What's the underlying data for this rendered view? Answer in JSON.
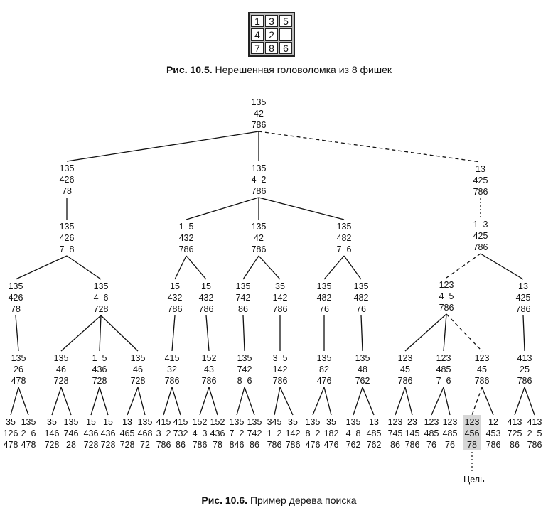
{
  "puzzle": {
    "cells": [
      "1",
      "3",
      "5",
      "4",
      "2",
      "",
      "7",
      "8",
      "6"
    ]
  },
  "caption_top": {
    "fig": "Рис. 10.5.",
    "text": "Нерешенная головоломка из 8 фишек"
  },
  "caption_bottom": {
    "fig": "Рис. 10.6.",
    "text": "Пример дерева поиска"
  },
  "goal_label": "Цель",
  "tree": {
    "nodes": [
      {
        "id": "root",
        "lines": [
          "135",
          "42",
          "786"
        ]
      },
      {
        "id": "a",
        "lines": [
          "135",
          "426",
          "78"
        ]
      },
      {
        "id": "b",
        "lines": [
          "135",
          "4 2",
          "786"
        ]
      },
      {
        "id": "c",
        "lines": [
          "13",
          "425",
          "786"
        ]
      },
      {
        "id": "a1",
        "lines": [
          "135",
          "426",
          "7 8"
        ]
      },
      {
        "id": "b1",
        "lines": [
          "1 5",
          "432",
          "786"
        ]
      },
      {
        "id": "b2",
        "lines": [
          "135",
          "42",
          "786"
        ]
      },
      {
        "id": "b3",
        "lines": [
          "135",
          "482",
          "7 6"
        ]
      },
      {
        "id": "c1",
        "lines": [
          "1 3",
          "425",
          "786"
        ]
      },
      {
        "id": "a11",
        "lines": [
          "135",
          "426",
          "78"
        ]
      },
      {
        "id": "a12",
        "lines": [
          "135",
          "4 6",
          "728"
        ]
      },
      {
        "id": "b11",
        "lines": [
          "15",
          "432",
          "786"
        ]
      },
      {
        "id": "b12",
        "lines": [
          "15",
          "432",
          "786"
        ]
      },
      {
        "id": "b21",
        "lines": [
          "135",
          "742",
          "86"
        ]
      },
      {
        "id": "b22",
        "lines": [
          "35",
          "142",
          "786"
        ]
      },
      {
        "id": "b31",
        "lines": [
          "135",
          "482",
          "76"
        ]
      },
      {
        "id": "b32",
        "lines": [
          "135",
          "482",
          "76"
        ]
      },
      {
        "id": "c11",
        "lines": [
          "123",
          "4 5",
          "786"
        ]
      },
      {
        "id": "c12",
        "lines": [
          "13",
          "425",
          "786"
        ]
      },
      {
        "id": "l4_1",
        "lines": [
          "135",
          "26",
          "478"
        ]
      },
      {
        "id": "l4_2",
        "lines": [
          "135",
          "46",
          "728"
        ]
      },
      {
        "id": "l4_3",
        "lines": [
          "1 5",
          "436",
          "728"
        ]
      },
      {
        "id": "l4_4",
        "lines": [
          "135",
          "46",
          "728"
        ]
      },
      {
        "id": "l4_5",
        "lines": [
          "415",
          "32",
          "786"
        ]
      },
      {
        "id": "l4_6",
        "lines": [
          "152",
          "43",
          "786"
        ]
      },
      {
        "id": "l4_7",
        "lines": [
          "135",
          "742",
          "8 6"
        ]
      },
      {
        "id": "l4_8",
        "lines": [
          "3 5",
          "142",
          "786"
        ]
      },
      {
        "id": "l4_9",
        "lines": [
          "135",
          "82",
          "476"
        ]
      },
      {
        "id": "l4_10",
        "lines": [
          "135",
          "48",
          "762"
        ]
      },
      {
        "id": "l4_11",
        "lines": [
          "123",
          "45",
          "786"
        ]
      },
      {
        "id": "l4_12",
        "lines": [
          "123",
          "485",
          "7 6"
        ]
      },
      {
        "id": "l4_13",
        "lines": [
          "123",
          "45",
          "786"
        ]
      },
      {
        "id": "l4_14",
        "lines": [
          "413",
          "25",
          "786"
        ]
      },
      {
        "id": "f1",
        "lines": [
          "35",
          "126",
          "478"
        ]
      },
      {
        "id": "f2",
        "lines": [
          "135",
          "2 6",
          "478"
        ]
      },
      {
        "id": "f3",
        "lines": [
          "35",
          "146",
          "728"
        ]
      },
      {
        "id": "f4",
        "lines": [
          "135",
          "746",
          "28"
        ]
      },
      {
        "id": "f5",
        "lines": [
          "15",
          "436",
          "728"
        ]
      },
      {
        "id": "f6",
        "lines": [
          "15",
          "436",
          "728"
        ]
      },
      {
        "id": "f7",
        "lines": [
          "13",
          "465",
          "728"
        ]
      },
      {
        "id": "f8",
        "lines": [
          "135",
          "468",
          "72"
        ]
      },
      {
        "id": "f9",
        "lines": [
          "415",
          "3 2",
          "786"
        ]
      },
      {
        "id": "f10",
        "lines": [
          "415",
          "732",
          "86"
        ]
      },
      {
        "id": "f11",
        "lines": [
          "152",
          "4 3",
          "786"
        ]
      },
      {
        "id": "f12",
        "lines": [
          "152",
          "436",
          "78"
        ]
      },
      {
        "id": "f13",
        "lines": [
          "135",
          "7 2",
          "846"
        ]
      },
      {
        "id": "f14",
        "lines": [
          "135",
          "742",
          "86"
        ]
      },
      {
        "id": "f15",
        "lines": [
          "345",
          "1 2",
          "786"
        ]
      },
      {
        "id": "f16",
        "lines": [
          "35",
          "142",
          "786"
        ]
      },
      {
        "id": "f17",
        "lines": [
          "135",
          "8 2",
          "476"
        ]
      },
      {
        "id": "f18",
        "lines": [
          "35",
          "182",
          "476"
        ]
      },
      {
        "id": "f19",
        "lines": [
          "135",
          "4 8",
          "762"
        ]
      },
      {
        "id": "f20",
        "lines": [
          "13",
          "485",
          "762"
        ]
      },
      {
        "id": "f21",
        "lines": [
          "123",
          "745",
          "86"
        ]
      },
      {
        "id": "f22",
        "lines": [
          "23",
          "145",
          "786"
        ]
      },
      {
        "id": "f23",
        "lines": [
          "123",
          "485",
          "76"
        ]
      },
      {
        "id": "f24",
        "lines": [
          "123",
          "485",
          "76"
        ]
      },
      {
        "id": "f25",
        "lines": [
          "123",
          "456",
          "78"
        ],
        "goal": true
      },
      {
        "id": "f26",
        "lines": [
          "12",
          "453",
          "786"
        ]
      },
      {
        "id": "f27",
        "lines": [
          "413",
          "725",
          "86"
        ]
      },
      {
        "id": "f28",
        "lines": [
          "413",
          "2 5",
          "786"
        ]
      }
    ],
    "edges": [
      {
        "from": "root",
        "to": "a",
        "style": "solid"
      },
      {
        "from": "root",
        "to": "b",
        "style": "solid"
      },
      {
        "from": "root",
        "to": "c",
        "style": "dashed"
      },
      {
        "from": "a",
        "to": "a1",
        "style": "solid"
      },
      {
        "from": "b",
        "to": "b1",
        "style": "solid"
      },
      {
        "from": "b",
        "to": "b2",
        "style": "solid"
      },
      {
        "from": "b",
        "to": "b3",
        "style": "solid"
      },
      {
        "from": "c",
        "to": "c1",
        "style": "dotted"
      },
      {
        "from": "a1",
        "to": "a11",
        "style": "solid"
      },
      {
        "from": "a1",
        "to": "a12",
        "style": "solid"
      },
      {
        "from": "b1",
        "to": "b11",
        "style": "solid"
      },
      {
        "from": "b1",
        "to": "b12",
        "style": "solid"
      },
      {
        "from": "b2",
        "to": "b21",
        "style": "solid"
      },
      {
        "from": "b2",
        "to": "b22",
        "style": "solid"
      },
      {
        "from": "b3",
        "to": "b31",
        "style": "solid"
      },
      {
        "from": "b3",
        "to": "b32",
        "style": "solid"
      },
      {
        "from": "c1",
        "to": "c11",
        "style": "dashed"
      },
      {
        "from": "c1",
        "to": "c12",
        "style": "solid"
      },
      {
        "from": "a11",
        "to": "l4_1",
        "style": "solid"
      },
      {
        "from": "a12",
        "to": "l4_2",
        "style": "solid"
      },
      {
        "from": "a12",
        "to": "l4_3",
        "style": "solid"
      },
      {
        "from": "a12",
        "to": "l4_4",
        "style": "solid"
      },
      {
        "from": "b11",
        "to": "l4_5",
        "style": "solid"
      },
      {
        "from": "b12",
        "to": "l4_6",
        "style": "solid"
      },
      {
        "from": "b21",
        "to": "l4_7",
        "style": "solid"
      },
      {
        "from": "b22",
        "to": "l4_8",
        "style": "solid"
      },
      {
        "from": "b31",
        "to": "l4_9",
        "style": "solid"
      },
      {
        "from": "b32",
        "to": "l4_10",
        "style": "solid"
      },
      {
        "from": "c11",
        "to": "l4_11",
        "style": "solid"
      },
      {
        "from": "c11",
        "to": "l4_12",
        "style": "solid"
      },
      {
        "from": "c11",
        "to": "l4_13",
        "style": "dashed"
      },
      {
        "from": "c12",
        "to": "l4_14",
        "style": "solid"
      },
      {
        "from": "l4_1",
        "to": "f1",
        "style": "solid"
      },
      {
        "from": "l4_1",
        "to": "f2",
        "style": "solid"
      },
      {
        "from": "l4_2",
        "to": "f3",
        "style": "solid"
      },
      {
        "from": "l4_2",
        "to": "f4",
        "style": "solid"
      },
      {
        "from": "l4_3",
        "to": "f5",
        "style": "solid"
      },
      {
        "from": "l4_3",
        "to": "f6",
        "style": "solid"
      },
      {
        "from": "l4_4",
        "to": "f7",
        "style": "solid"
      },
      {
        "from": "l4_4",
        "to": "f8",
        "style": "solid"
      },
      {
        "from": "l4_5",
        "to": "f9",
        "style": "solid"
      },
      {
        "from": "l4_5",
        "to": "f10",
        "style": "solid"
      },
      {
        "from": "l4_6",
        "to": "f11",
        "style": "solid"
      },
      {
        "from": "l4_6",
        "to": "f12",
        "style": "solid"
      },
      {
        "from": "l4_7",
        "to": "f13",
        "style": "solid"
      },
      {
        "from": "l4_7",
        "to": "f14",
        "style": "solid"
      },
      {
        "from": "l4_8",
        "to": "f15",
        "style": "solid"
      },
      {
        "from": "l4_8",
        "to": "f16",
        "style": "solid"
      },
      {
        "from": "l4_9",
        "to": "f17",
        "style": "solid"
      },
      {
        "from": "l4_9",
        "to": "f18",
        "style": "solid"
      },
      {
        "from": "l4_10",
        "to": "f19",
        "style": "solid"
      },
      {
        "from": "l4_10",
        "to": "f20",
        "style": "solid"
      },
      {
        "from": "l4_11",
        "to": "f21",
        "style": "solid"
      },
      {
        "from": "l4_11",
        "to": "f22",
        "style": "solid"
      },
      {
        "from": "l4_12",
        "to": "f23",
        "style": "solid"
      },
      {
        "from": "l4_12",
        "to": "f24",
        "style": "solid"
      },
      {
        "from": "l4_13",
        "to": "f25",
        "style": "dashed"
      },
      {
        "from": "l4_13",
        "to": "f26",
        "style": "solid"
      },
      {
        "from": "l4_14",
        "to": "f27",
        "style": "solid"
      },
      {
        "from": "l4_14",
        "to": "f28",
        "style": "solid"
      }
    ]
  }
}
